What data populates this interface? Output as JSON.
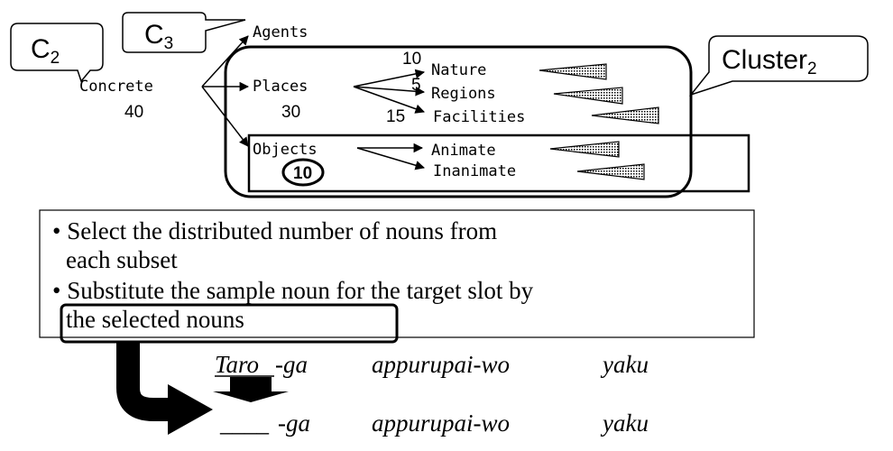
{
  "callouts": {
    "c2": {
      "main": "C",
      "sub": "2"
    },
    "c3": {
      "main": "C",
      "sub": "3"
    },
    "cluster": {
      "main": "Cluster",
      "sub": "2"
    }
  },
  "hierarchy": {
    "root": {
      "label": "Concrete",
      "count": "40"
    },
    "agents": {
      "label": "Agents"
    },
    "places": {
      "label": "Places",
      "count": "30",
      "children": [
        {
          "label": "Nature",
          "count": "10"
        },
        {
          "label": "Regions",
          "count": "5"
        },
        {
          "label": "Facilities",
          "count": "15"
        }
      ]
    },
    "objects": {
      "label": "Objects",
      "count": "10",
      "children": [
        {
          "label": "Animate"
        },
        {
          "label": "Inanimate"
        }
      ]
    }
  },
  "instructions": {
    "bullet_1_line_1": "• Select the distributed number of nouns from",
    "bullet_1_line_2": "each subset",
    "bullet_2_line_1": "• Substitute the sample noun for the target slot by",
    "bullet_2_line_2": "the selected nouns"
  },
  "sentence_original": {
    "subject": "Taro",
    "subject_particle": "-ga",
    "object": "appurupai-wo",
    "verb": "yaku"
  },
  "sentence_template": {
    "blank": "____",
    "subject_particle": "-ga",
    "object": "appurupai-wo",
    "verb": "yaku"
  }
}
